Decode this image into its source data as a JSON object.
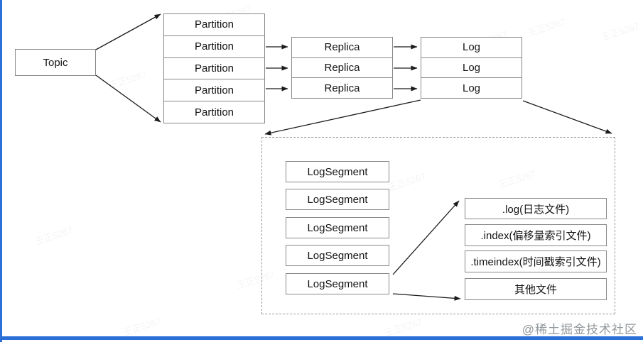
{
  "diagram": {
    "topic": "Topic",
    "partitions": [
      "Partition",
      "Partition",
      "Partition",
      "Partition",
      "Partition"
    ],
    "replicas": [
      "Replica",
      "Replica",
      "Replica"
    ],
    "logs": [
      "Log",
      "Log",
      "Log"
    ],
    "log_segments": [
      "LogSegment",
      "LogSegment",
      "LogSegment",
      "LogSegment",
      "LogSegment"
    ],
    "log_files": [
      ".log(日志文件)",
      ".index(偏移量索引文件)",
      ".timeindex(时间戳索引文件)",
      "其他文件"
    ]
  },
  "watermarks": {
    "user": "王正5267",
    "site": "@稀土掘金技术社区"
  },
  "colors": {
    "accent_blue": "#2a70d8",
    "box_border": "#888888",
    "arrow_black": "#1b1b1b",
    "site_watermark_gray": "#93989c"
  }
}
